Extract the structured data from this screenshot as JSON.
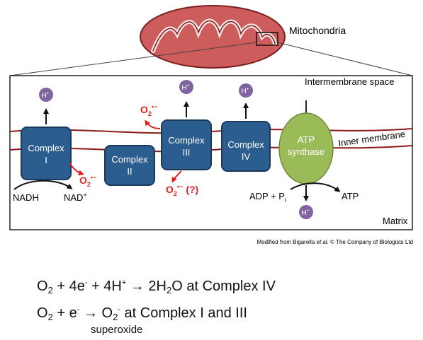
{
  "labels": {
    "mitochondria": "Mitochondria",
    "intermembrane_space": "Intermembrane space",
    "inner_membrane": "Inner membrane",
    "matrix": "Matrix",
    "complex_word": "Complex",
    "numerals": [
      "I",
      "II",
      "III",
      "IV"
    ],
    "atp_synthase_line1": "ATP",
    "atp_synthase_line2": "synthase",
    "nadh": "NADH",
    "nad": "NAD",
    "adp_pi": "ADP + P",
    "pi_sub": "i",
    "atp": "ATP",
    "h_plus": "H",
    "o2": "O",
    "o2_sub": "2",
    "radical": "•−",
    "question": "(?)",
    "credit_prefix": "Modified from Bigarella ",
    "credit_etal": "et al.",
    "credit_suffix": " © The Company of Biologists Ltd"
  },
  "equations": {
    "eq1": {
      "o": "O",
      "two": "2",
      "plus4e": " + 4e",
      "minus": "-",
      "plus4h": " + 4H",
      "plus": "+",
      "arrow": " → 2H",
      "sub2": "2",
      "tail": "O at Complex IV"
    },
    "eq2": {
      "o": "O",
      "two": "2",
      "pluse": " + e",
      "minus": "-",
      "arrow": " → O",
      "sub2": "2",
      "sup": "-",
      "tail": " at Complex I and III"
    },
    "superoxide": "superoxide"
  },
  "colors": {
    "mito_fill": "#cd5c5c",
    "mito_stroke": "#7a1f1f",
    "membrane": "#8b1a1a",
    "complex_fill": "#2b5d8f",
    "complex_stroke": "#1a3a5c",
    "atp_fill": "#9bbb59",
    "h_fill": "#8064a2",
    "ros": "#e02020"
  }
}
